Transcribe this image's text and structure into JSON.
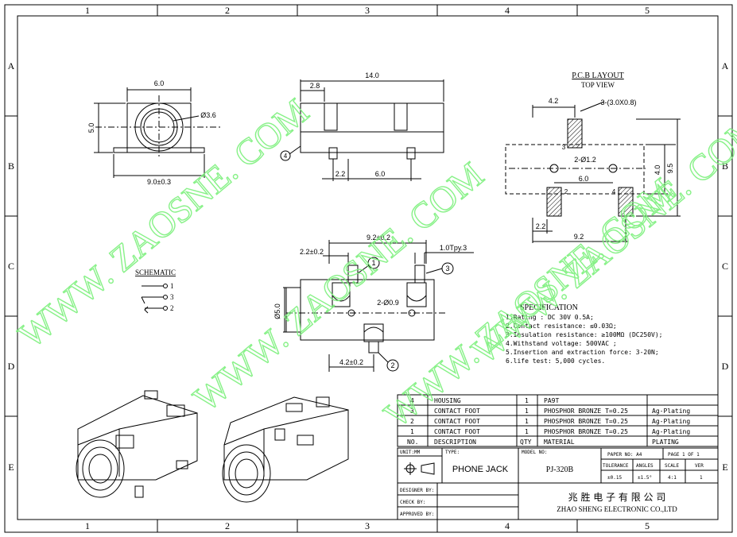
{
  "frame": {
    "col_labels": [
      "1",
      "2",
      "3",
      "4",
      "5"
    ],
    "row_labels": [
      "A",
      "B",
      "C",
      "D",
      "E"
    ]
  },
  "front_view": {
    "width": "6.0",
    "height": "5.0",
    "hole": "Ø3.6",
    "base": "9.0±0.3"
  },
  "side_view": {
    "length": "14.0",
    "offset": "2.8",
    "foot1": "2.2",
    "foot_pitch": "6.0",
    "callout": "4"
  },
  "pcb_layout": {
    "title": "P.C.B LAYOUT",
    "subtitle": "TOP VIEW",
    "dim_42": "4.2",
    "pads": "3-(3.0X0.8)",
    "holes": "2-Ø1.2",
    "pitch": "6.0",
    "dim_40": "4.0",
    "dim_95": "9.5",
    "dim_22": "2.2",
    "dim_92": "9.2",
    "pin3": "3",
    "pin2": "2",
    "pin4": "4"
  },
  "top_view": {
    "dim_92": "9.2±0.2",
    "dim_22": "2.2±0.2",
    "dim_10": "1.0Tpy.3",
    "holes": "2-Ø0.9",
    "dim_50": "Ø5.0",
    "dim_42": "4.2±0.2",
    "c1": "1",
    "c2": "2",
    "c3": "3"
  },
  "schematic": {
    "title": "SCHEMATIC",
    "pins": [
      "1",
      "3",
      "2"
    ]
  },
  "specification": {
    "title": "SPECIFICATION",
    "lines": [
      "1.Rating : DC 30V 0.5A;",
      "2.Contact resistance: ≤0.03Ω;",
      "3.Insulation resistance: ≥100MΩ (DC250V);",
      "4.Withstand voltage: 500VAC ;",
      "5.Insertion and extraction force: 3-20N;",
      "6.life test: 5,000 cycles."
    ]
  },
  "bom": {
    "rows": [
      {
        "no": "4",
        "desc": "HOUSING",
        "qty": "1",
        "material": "PA9T",
        "plating": ""
      },
      {
        "no": "3",
        "desc": "CONTACT FOOT",
        "qty": "1",
        "material": "PHOSPHOR BRONZE T=0.25",
        "plating": "Ag-Plating"
      },
      {
        "no": "2",
        "desc": "CONTACT FOOT",
        "qty": "1",
        "material": "PHOSPHOR BRONZE T=0.25",
        "plating": "Ag-Plating"
      },
      {
        "no": "1",
        "desc": "CONTACT FOOT",
        "qty": "1",
        "material": "PHOSPHOR BRONZE T=0.25",
        "plating": "Ag-Plating"
      }
    ],
    "header": {
      "no": "NO.",
      "desc": "DESCRIPTION",
      "qty": "QTY",
      "material": "MATERIAL",
      "plating": "PLATING"
    }
  },
  "title_block": {
    "unit": "UNIT:MM",
    "type_label": "TYPE:",
    "type": "PHONE JACK",
    "model_label": "MODEL NO:",
    "model": "PJ-320B",
    "paper": "PAPER NO: A4",
    "page": "PAGE 1 OF 1",
    "tolerance_label": "TOLERANCE",
    "angles_label": "ANGLES",
    "scale_label": "SCALE",
    "ver_label": "VER",
    "tolerance": "±0.15",
    "angles": "±1.5°",
    "scale": "4:1",
    "ver": "1",
    "designer": "DESIGNER BY:",
    "check": "CHECK   BY:",
    "approved": "APPROVED BY:",
    "company_cn": "兆 胜 电 子 有 限 公 司",
    "company_en": "ZHAO SHENG ELECTRONIC CO.,LTD"
  },
  "watermarks": [
    "WWW. ZAOSNE. COM",
    "WWW. ZAOSNE. COM",
    "WWW. ZAOSNE. COM",
    "WWW. ZAOSNE. COM"
  ],
  "colors": {
    "line": "#000000",
    "watermark": "#7cf07c",
    "hatch": "#000000"
  }
}
